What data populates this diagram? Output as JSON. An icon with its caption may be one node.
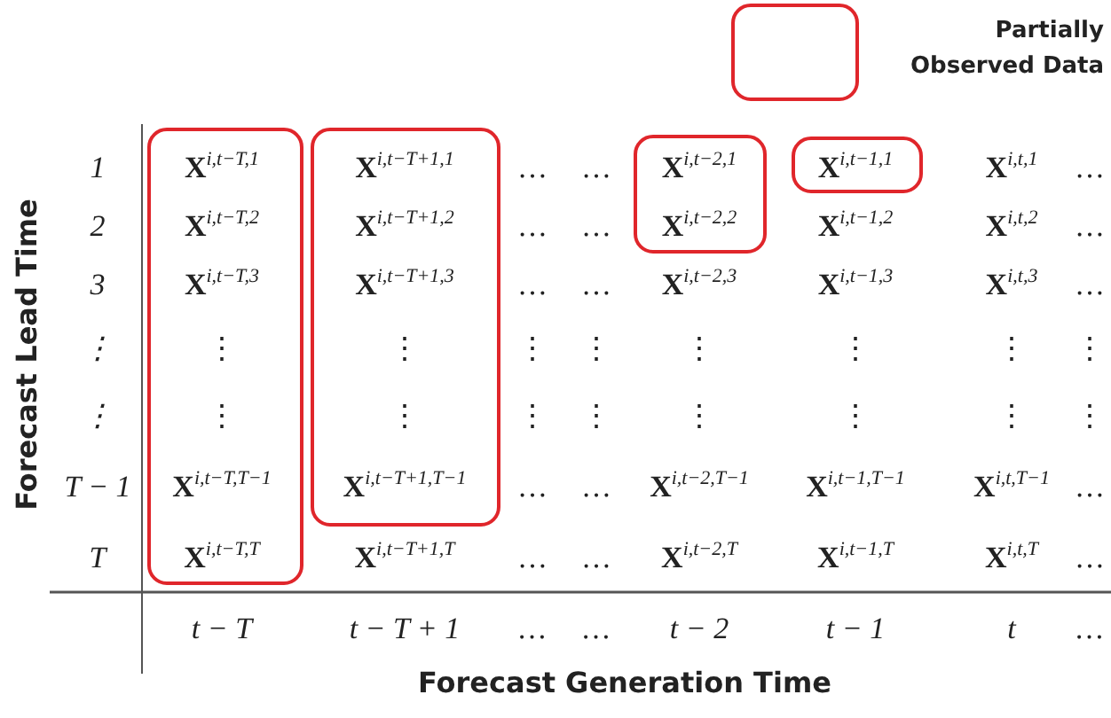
{
  "diagram": {
    "nodes": [
      {
        "text": [
          "**X**$^{i,t−T,1}$",
          "**X**$^{i,t−T,2}$",
          "**X**$^{i,t−T,3}$",
          "⋮",
          "⋮",
          "**X**$^{i,t−T,T−1}$",
          "**X**$^{i,t−T,T}$"
        ]
      },
      {
        "text": [
          "**X**$^{i,t−T+1,1}$",
          "**X**$^{i,t−T+1,2}$",
          "**X**$^{i,t−T+1,3}$",
          "⋮",
          "⋮",
          "**X**$^{i,t−T+1,T−1}$"
        ]
      },
      {
        "text": [
          "**X**$^{i,t−2,1}$",
          "**X**$^{i,t−2,2}$"
        ]
      },
      {
        "text": [
          "**X**$^{i,t−1,1}$"
        ]
      }
    ],
    "labels": [
      "1",
      "…",
      "…",
      "**X**$^{i,t,1}$",
      "…",
      "2",
      "…",
      "…",
      "**X**$^{i,t−1,2}$",
      "**X**$^{i,t,2}$",
      "…",
      "3",
      "…",
      "…",
      "**X**$^{i,t−2,3}$",
      "**X**$^{i,t−1,3}$",
      "**X**$^{i,t,3}$",
      "…",
      "⋮",
      "⋮",
      "⋮",
      "⋮",
      "⋮",
      "⋮",
      "⋮",
      "⋮",
      "⋮",
      "⋮",
      "⋮",
      "⋮",
      "⋮",
      "⋮",
      "T − 1",
      "…",
      "…",
      "**X**$^{i,t−2,T−1}$",
      "**X**$^{i,t−1,T−1}$",
      "**X**$^{i,t,T−1}$",
      "…",
      "T",
      "**X**$^{i,t−T+1,T}$",
      "…",
      "…",
      "**X**$^{i,t−2,T}$",
      "**X**$^{i,t−1,T}$",
      "**X**$^{i,t,T}$",
      "…",
      "t − T",
      "t − T + 1",
      "…",
      "…",
      "t − 2",
      "t − 1",
      "t",
      "…",
      "Forecast Lead Time",
      "Forecast Generation Time"
    ],
    "legend": [
      {
        "text": "Partially Observed Data"
      }
    ]
  }
}
